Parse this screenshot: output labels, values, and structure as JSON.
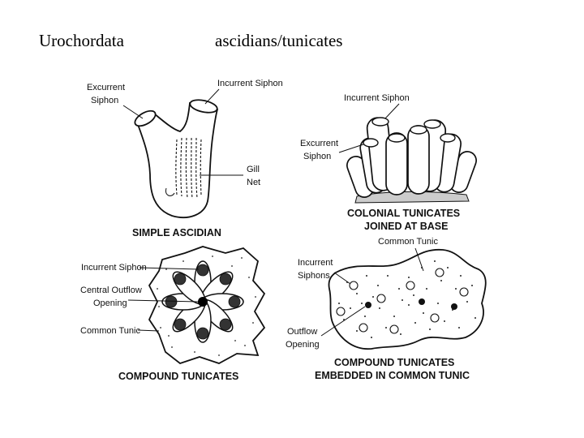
{
  "header": {
    "left_title": "Urochordata",
    "right_title": "ascidians/tunicates"
  },
  "simple_ascidian": {
    "label_excurrent_line1": "Excurrent",
    "label_excurrent_line2": "Siphon",
    "label_incurrent": "Incurrent Siphon",
    "label_gill_line1": "Gill",
    "label_gill_line2": "Net",
    "caption": "SIMPLE ASCIDIAN"
  },
  "colonial": {
    "label_incurrent": "Incurrent Siphon",
    "label_excurrent_line1": "Excurrent",
    "label_excurrent_line2": "Siphon",
    "caption_line1": "COLONIAL TUNICATES",
    "caption_line2": "JOINED AT BASE"
  },
  "compound_star": {
    "label_incurrent": "Incurrent Siphon",
    "label_outflow_line1": "Central Outflow",
    "label_outflow_line2": "Opening",
    "label_tunic": "Common Tunic",
    "caption": "COMPOUND TUNICATES"
  },
  "compound_embedded": {
    "label_tunic": "Common Tunic",
    "label_incurrent_line1": "Incurrent",
    "label_incurrent_line2": "Siphons",
    "label_outflow_line1": "Outflow",
    "label_outflow_line2": "Opening",
    "caption_line1": "COMPOUND TUNICATES",
    "caption_line2": "EMBEDDED IN COMMON TUNIC"
  }
}
